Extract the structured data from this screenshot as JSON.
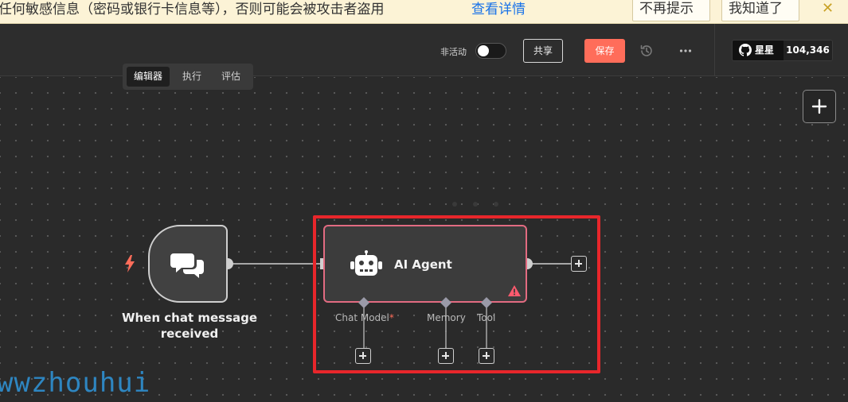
{
  "banner": {
    "message": "任何敏感信息（密码或银行卡信息等），否则可能会被攻击者盗用",
    "link_label": "查看详情",
    "dismiss_forever_label": "不再提示",
    "acknowledge_label": "我知道了",
    "close_icon": "close-icon"
  },
  "topbar": {
    "status_label": "非活动",
    "active": false,
    "share_label": "共享",
    "save_label": "保存",
    "github_star_label": "星星",
    "github_star_count": "104,346"
  },
  "mode_tabs": [
    {
      "label": "编辑器",
      "selected": true
    },
    {
      "label": "执行",
      "selected": false
    },
    {
      "label": "评估",
      "selected": false
    }
  ],
  "canvas": {
    "add_node_label": "+",
    "nodes": {
      "trigger": {
        "label": "When chat message received",
        "icon": "chat-icon"
      },
      "agent": {
        "title": "AI Agent",
        "icon": "robot-icon",
        "warning_icon": "warning-icon",
        "inputs": [
          {
            "label": "Chat Model",
            "required_mark": "*"
          },
          {
            "label": "Memory",
            "required_mark": ""
          },
          {
            "label": "Tool",
            "required_mark": ""
          }
        ]
      }
    }
  },
  "watermark": "wwzhouhui",
  "colors": {
    "accent": "#ff6d5a",
    "highlight": "#e8262b",
    "agent_border": "#e26b81",
    "link": "#1a73e8"
  }
}
